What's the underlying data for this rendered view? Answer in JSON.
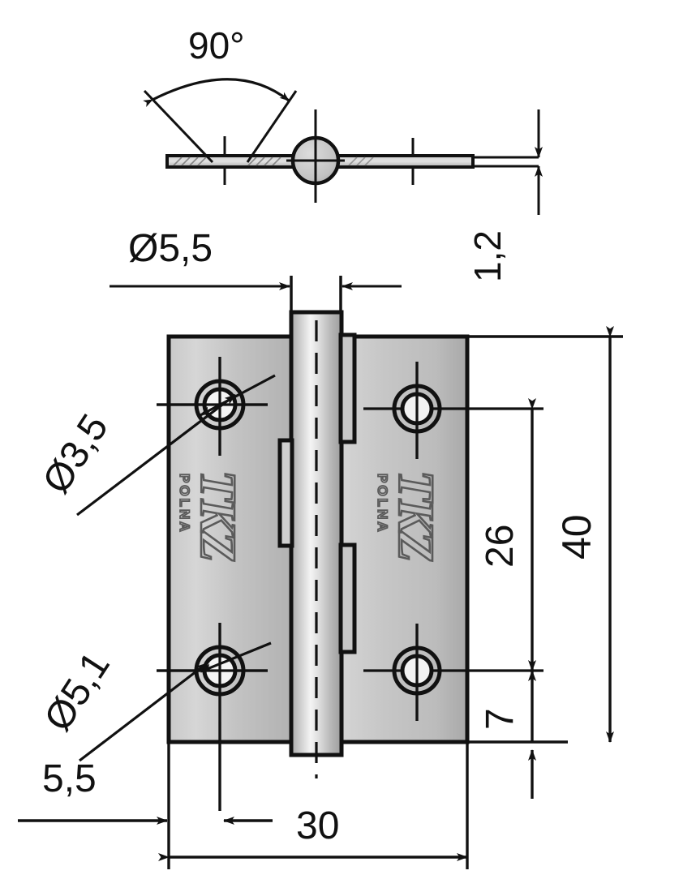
{
  "drawing": {
    "title": "Hinge technical drawing",
    "units": "mm",
    "product_logo_primary": "TKZ",
    "product_logo_secondary": "POLNA",
    "background_color": "#ffffff",
    "line_color": "#111111",
    "plate_fill_light": "#d3d3d3",
    "plate_fill_mid": "#bdbdbd",
    "plate_fill_dark": "#9f9f9f",
    "pin_highlight": "#f2f2f2"
  },
  "dimensions": {
    "angle": "90°",
    "pin_diameter": "Ø5,5",
    "thickness": "1,2",
    "hole_top_diameter": "Ø3,5",
    "hole_bottom_diameter": "Ø5,1",
    "edge_offset": "5,5",
    "hole_spacing_vertical": "26",
    "bottom_edge_offset": "7",
    "height": "40",
    "width": "30"
  },
  "labels": [
    {
      "id": "angle",
      "text": "90°",
      "rotation": 0
    },
    {
      "id": "pin-diameter",
      "text": "Ø5,5",
      "rotation": 0
    },
    {
      "id": "thickness",
      "text": "1,2",
      "rotation": -90
    },
    {
      "id": "hole-top",
      "text": "Ø3,5",
      "rotation": -60
    },
    {
      "id": "hole-bottom",
      "text": "Ø5,1",
      "rotation": -60
    },
    {
      "id": "edge-offset",
      "text": "5,5",
      "rotation": 0
    },
    {
      "id": "spacing-26",
      "text": "26",
      "rotation": -90
    },
    {
      "id": "offset-7",
      "text": "7",
      "rotation": -90
    },
    {
      "id": "height-40",
      "text": "40",
      "rotation": -90
    },
    {
      "id": "width-30",
      "text": "30",
      "rotation": 0
    }
  ],
  "views": {
    "top_view": {
      "name": "top-view-section",
      "description": "folded hinge profile with pin circle"
    },
    "front_view": {
      "name": "front-view",
      "description": "hinge leaves with four countersunk holes and knuckles"
    }
  }
}
